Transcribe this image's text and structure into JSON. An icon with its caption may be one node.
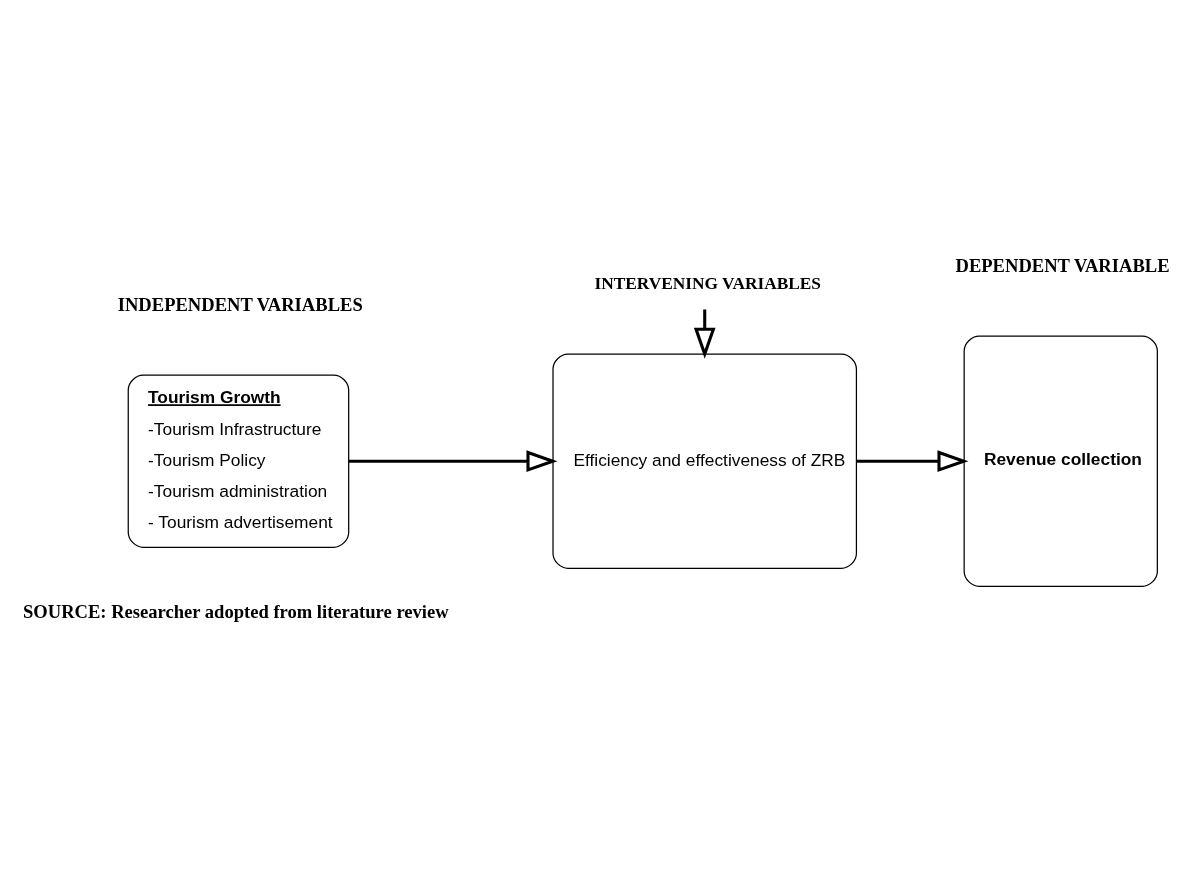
{
  "diagram": {
    "nodes": [
      {
        "text": [
          "Tourism Growth",
          "-Tourism Infrastructure",
          " -Tourism Policy",
          "-Tourism administration",
          "- Tourism advertisement"
        ]
      },
      {
        "text": [
          "Efficiency and effectiveness of ZRB"
        ]
      },
      {
        "text": [
          "Revenue collection"
        ]
      },
      {
        "text": [
          "INTERVENING VARIABLES"
        ]
      }
    ],
    "edges": [
      {
        "from": 0,
        "to": 1,
        "arrow": "to"
      },
      {
        "from": 1,
        "to": 2,
        "arrow": "to"
      },
      {
        "from": 3,
        "to": 1,
        "arrow": "to"
      }
    ],
    "labels": [
      "INDEPENDENT VARIABLES",
      "DEPENDENT VARIABLE",
      "SOURCE: Researcher adopted from literature review"
    ]
  }
}
